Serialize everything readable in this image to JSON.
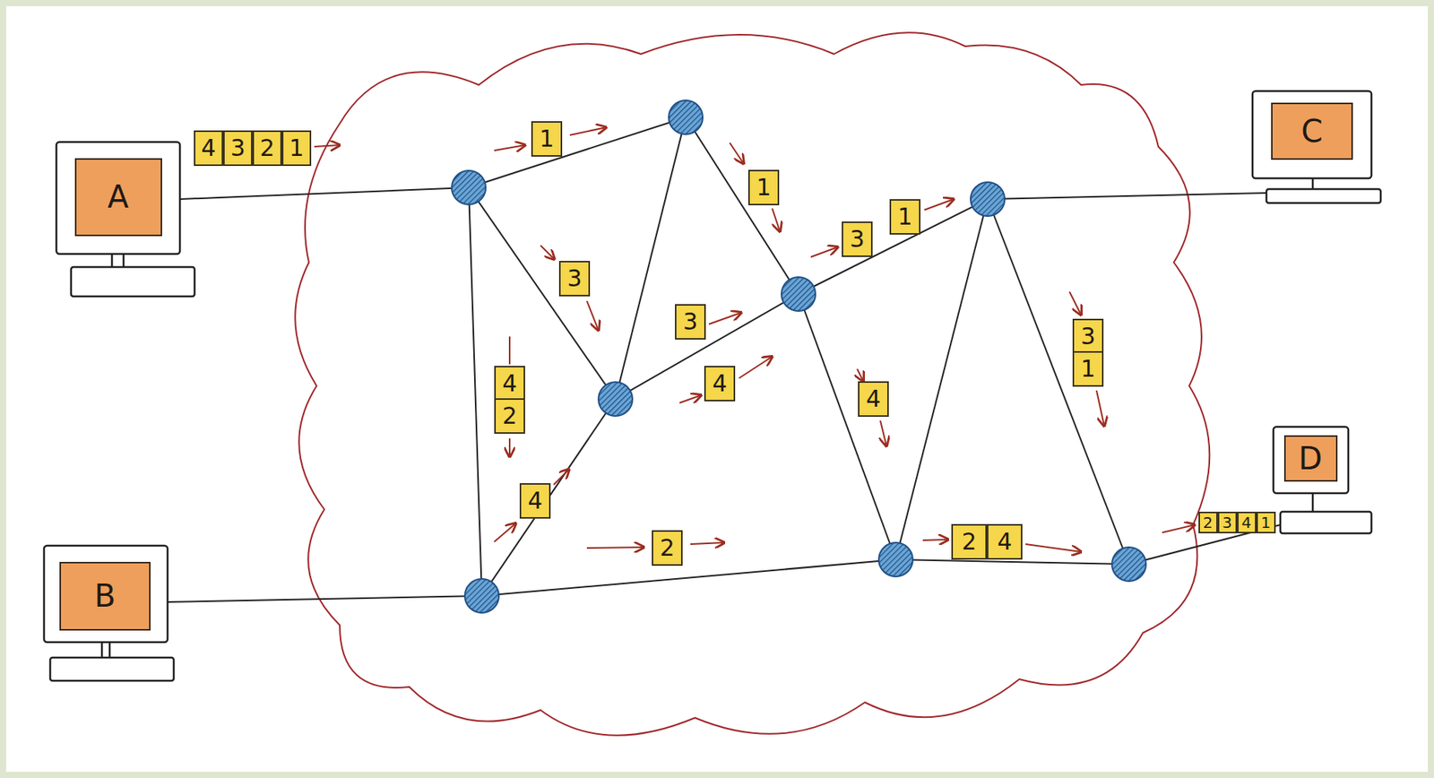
{
  "diagram": {
    "nodes": [
      {
        "text": [
          "A"
        ]
      },
      {
        "text": [
          "4"
        ]
      },
      {
        "text": [
          "3"
        ]
      },
      {
        "text": [
          "2"
        ]
      },
      {
        "text": [
          "1"
        ]
      },
      {
        "text": [
          "1"
        ]
      },
      {
        "text": [
          "C"
        ]
      },
      {
        "text": [
          "1"
        ]
      },
      {
        "text": [
          "3"
        ]
      },
      {
        "text": [
          "1"
        ]
      },
      {
        "text": [
          "3"
        ]
      },
      {
        "text": [
          "3"
        ]
      },
      {
        "text": [
          "3"
        ]
      },
      {
        "text": [
          "4"
        ]
      },
      {
        "text": [
          "1"
        ]
      },
      {
        "text": [
          "4"
        ]
      },
      {
        "text": [
          "4"
        ]
      },
      {
        "text": [
          "2"
        ]
      },
      {
        "text": [
          "B"
        ]
      },
      {
        "text": [
          "D"
        ]
      },
      {
        "text": [
          "2"
        ]
      },
      {
        "text": [
          "3"
        ]
      },
      {
        "text": [
          "4"
        ]
      },
      {
        "text": [
          "1"
        ]
      },
      {
        "text": [
          "4"
        ]
      },
      {
        "text": [
          "2"
        ]
      },
      {
        "text": [
          "2"
        ]
      },
      {
        "text": [
          "4"
        ]
      }
    ]
  }
}
